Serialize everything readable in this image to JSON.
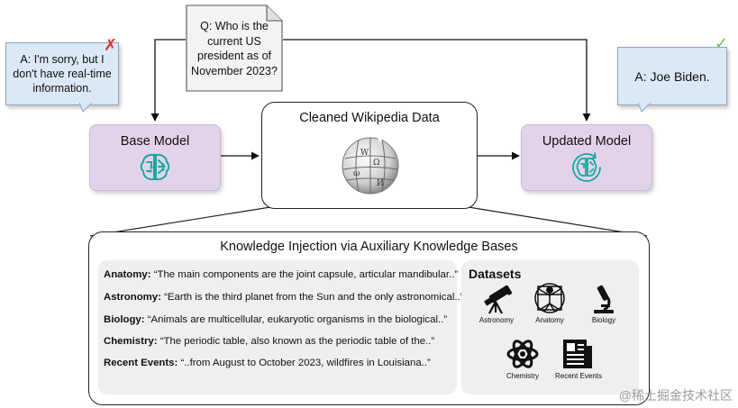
{
  "question": "Q: Who is the current US president as of November 2023?",
  "base_answer": "A: I'm sorry, but I don't have real-time information.",
  "updated_answer": "A: Joe Biden.",
  "wrong_mark": "✗",
  "right_mark": "✓",
  "base_model": {
    "title": "Base Model",
    "icon": "brain-circuit-icon"
  },
  "updated_model": {
    "title": "Updated Model",
    "icon": "brain-circuit-refresh-icon"
  },
  "wiki": {
    "title": "Cleaned Wikipedia Data",
    "icon": "wikipedia-globe-icon"
  },
  "knowledge_injection": {
    "title": "Knowledge Injection via Auxiliary Knowledge Bases",
    "snippets": [
      {
        "label": "Anatomy:",
        "text": "“The main components are the joint capsule, articular mandibular..”"
      },
      {
        "label": "Astronomy:",
        "text": "“Earth is the third planet from the Sun and the only astronomical..”"
      },
      {
        "label": "Biology:",
        "text": "“Animals are multicellular, eukaryotic organisms in the biological..”"
      },
      {
        "label": "Chemistry:",
        "text": "“The periodic table, also known as the periodic table of the..”"
      },
      {
        "label": "Recent Events:",
        "text": "“..from August to October 2023, wildfires in Louisiana..”"
      }
    ],
    "datasets_title": "Datasets",
    "datasets": [
      {
        "label": "Astronomy",
        "icon": "telescope-icon"
      },
      {
        "label": "Anatomy",
        "icon": "vitruvian-man-icon"
      },
      {
        "label": "Biology",
        "icon": "microscope-icon"
      },
      {
        "label": "Chemistry",
        "icon": "atom-icon"
      },
      {
        "label": "Recent Events",
        "icon": "newspaper-icon"
      }
    ]
  },
  "watermark": "@稀土掘金技术社区",
  "colors": {
    "model_fill": "#e2d3ea",
    "bubble_fill": "#dbe8f5",
    "icon_teal": "#19a9a2",
    "wrong": "#e03131",
    "right": "#6cc24a"
  }
}
